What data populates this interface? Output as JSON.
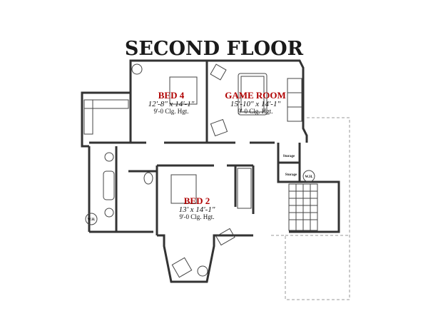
{
  "title": "SECOND FLOOR",
  "rooms": {
    "bed4": {
      "name": "BED 4",
      "size": "12'-8\" x 14'-1\"",
      "ceiling": "9'-0 Clg. Hgt."
    },
    "game_room": {
      "name": "GAME ROOM",
      "size": "15'-10\" x 14'-1\"",
      "ceiling": "9'-0 Clg. Hgt."
    },
    "bed2": {
      "name": "BED 2",
      "size": "13' x 14'-1\"",
      "ceiling": "9'-0 Clg. Hgt."
    },
    "storage1": {
      "name": "Storage"
    },
    "storage2": {
      "name": "Storage"
    }
  },
  "water_heaters": [
    "W.H.",
    "W.H."
  ],
  "colors": {
    "room_label": "#b00000",
    "wall": "#333333"
  }
}
